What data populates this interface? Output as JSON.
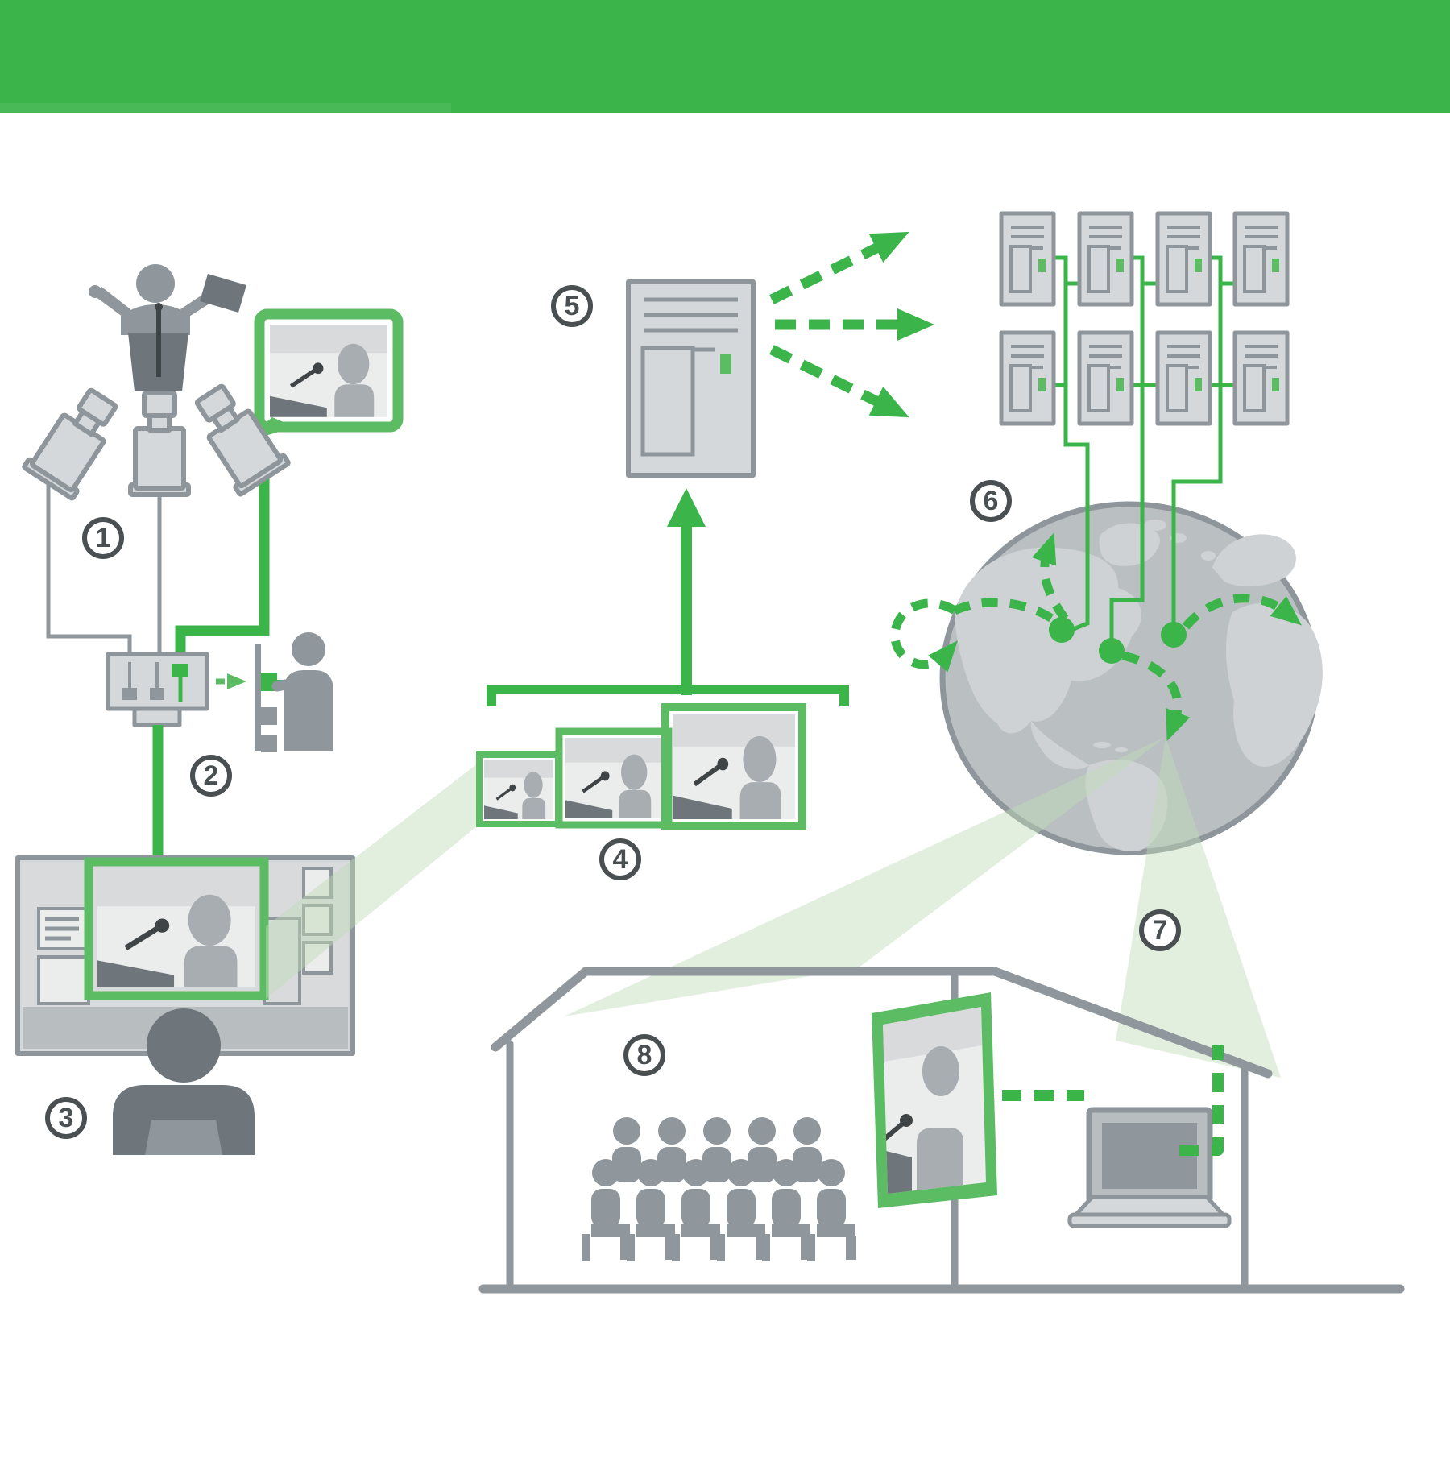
{
  "title": "Video recording and global streaming distribution diagram",
  "palette": {
    "green": "#3bb54a",
    "green_light": "#5cbc63",
    "beam": "rgba(190,220,185,0.45)",
    "gray_outline": "#8e969b",
    "gray_fill": "#d5d8da",
    "gray_mid": "#8f979c",
    "gray_dark": "#6f767b",
    "land": "#cfd2d4",
    "ocean": "#babfc2",
    "video_bg": "#ebecec",
    "video_band": "#d8dadb",
    "silhouette": "#a7adb1",
    "mic": "#3f4447",
    "monitor_bottom": "#b8bdc0",
    "ink": "#4a4f52",
    "header": "#3bb54a",
    "header_strip": "#49b957"
  },
  "steps": [
    {
      "label": "1",
      "name": "cameras-filming-speaker"
    },
    {
      "label": "2",
      "name": "video-switcher-operator"
    },
    {
      "label": "3",
      "name": "monitoring-station"
    },
    {
      "label": "4",
      "name": "multiple-encoded-qualities"
    },
    {
      "label": "5",
      "name": "streaming-server"
    },
    {
      "label": "6",
      "name": "global-server-distribution"
    },
    {
      "label": "7",
      "name": "delivery-to-location"
    },
    {
      "label": "8",
      "name": "audience-viewing-screen"
    }
  ]
}
